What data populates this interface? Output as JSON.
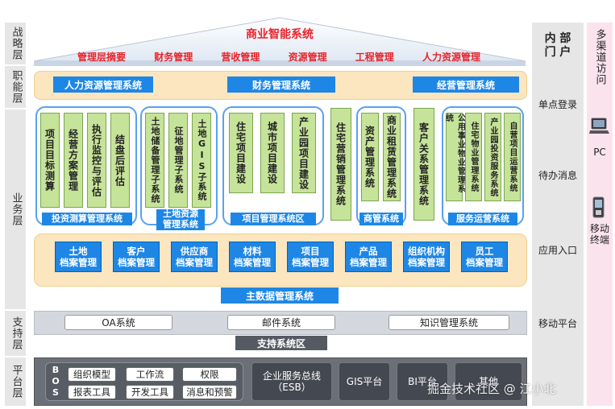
{
  "layers": {
    "strategy": "战略层",
    "function": "职能层",
    "business": "业务层",
    "support": "支持层",
    "platform": "平台层"
  },
  "roof": {
    "title": "商业智能系统",
    "items": [
      "管理层摘要",
      "财务管理",
      "营收管理",
      "资源管理",
      "工程管理",
      "人力资源管理"
    ]
  },
  "function_bars": [
    "人力资源管理系统",
    "财务管理系统",
    "经营管理系统"
  ],
  "business": {
    "groups": [
      {
        "label": "投资测算管理系统",
        "modules": [
          "项目目标测算",
          "经营方案管理",
          "执行监控与评估",
          "结盘后评估"
        ]
      },
      {
        "label": "土地资源管理系统",
        "modules": [
          "土地储备管理子系统",
          "征地管理子系统",
          "土地GIS子系统"
        ]
      },
      {
        "label": "项目管理系统区",
        "modules": [
          "住宅项目建设",
          "城市项目建设",
          "产业园项目建设"
        ]
      },
      {
        "label": "",
        "modules": [
          "住宅营销管理系统"
        ]
      },
      {
        "label": "商管系统",
        "modules": [
          "资产管理系统",
          "商业租赁管理系统"
        ]
      },
      {
        "label": "",
        "modules": [
          "客户关系管理系统"
        ]
      },
      {
        "label": "服务运营系统",
        "modules": [
          "公用事业物业管理系统",
          "住宅物业管理系统",
          "产业园投资服务系统",
          "自营项目运营系统"
        ]
      }
    ],
    "archives": [
      "土地\n档案管理",
      "客户\n档案管理",
      "供应商\n档案管理",
      "材料\n档案管理",
      "项目\n档案管理",
      "产品\n档案管理",
      "组织机构\n档案管理",
      "员工\n档案管理"
    ],
    "master_data_label": "主数据管理系统"
  },
  "support": {
    "boxes": [
      "OA系统",
      "邮件系统",
      "知识管理系统"
    ],
    "label": "支持系统区"
  },
  "platform": {
    "bos": "BOS",
    "tools": [
      "组织模型",
      "工作流",
      "权限",
      "报表工具",
      "开发工具",
      "消息和预警"
    ],
    "esb": "企业服务总线\n（ESB）",
    "gis": "GIS平台",
    "bi": "BI平台",
    "other": "其他"
  },
  "portal": {
    "title": "内 部\n门 户",
    "items": [
      "单点登录",
      "待办消息",
      "应用入口",
      "移动平台"
    ]
  },
  "channels": {
    "title": "多渠道访问",
    "pc": "PC",
    "mobile": "移动终端"
  },
  "watermark": "掘金技术社区 @ 江小北"
}
